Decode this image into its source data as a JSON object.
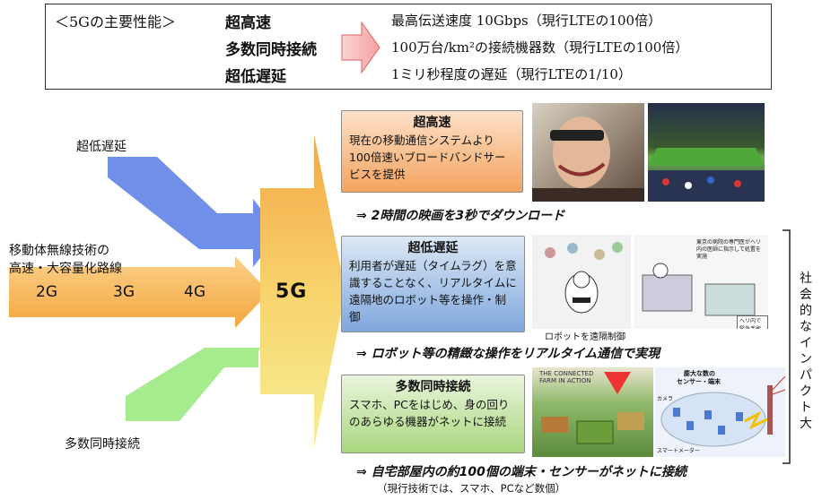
{
  "summary": {
    "heading": "＜5Gの主要性能＞",
    "items": [
      {
        "name": "超高速",
        "desc": "最高伝送速度 10Gbps（現行LTEの100倍）"
      },
      {
        "name": "多数同時接続",
        "desc": "100万台/km²の接続機器数（現行LTEの100倍）"
      },
      {
        "name": "超低遅延",
        "desc": "1ミリ秒程度の遅延（現行LTEの1/10）"
      }
    ]
  },
  "left": {
    "low_latency": "超低遅延",
    "roadmap_line1": "移動体無線技術の",
    "roadmap_line2": "高速・大容量化路線",
    "generations": [
      "2G",
      "3G",
      "4G"
    ],
    "center": "5G",
    "massive": "多数同時接続"
  },
  "features": [
    {
      "title": "超高速",
      "body": "現在の移動通信システムより100倍速いブロードバンドサービスを提供",
      "result": "⇒ 2時間の映画を3秒でダウンロード",
      "color_top": "#fde0c8",
      "color_bottom": "#f4a460"
    },
    {
      "title": "超低遅延",
      "body": "利用者が遅延（タイムラグ）を意識することなく、リアルタイムに遠隔地のロボット等を操作・制御",
      "result": "⇒ ロボット等の精緻な操作をリアルタイム通信で実現",
      "caption": "ロボットを遠隔制御",
      "color_top": "#dce8f6",
      "color_bottom": "#7fa7dc"
    },
    {
      "title": "多数同時接続",
      "body": "スマホ、PCをはじめ、身の回りのあらゆる機器がネットに接続",
      "result": "⇒ 自宅部屋内の約100個の端末・センサーがネットに接続",
      "note": "（現行技術では、スマホ、PCなど数個）",
      "color_top": "#eaf5dc",
      "color_bottom": "#a9d67e"
    }
  ],
  "images": {
    "operator_text": "東京の病院の専門医がヘリ内の医師に指示して処置を実施",
    "heli_caption": "ヘリ内で緊急手術",
    "farm_title_line1": "THE CONNECTED",
    "farm_title_line2": "FARM IN ACTION",
    "sensors_line1": "膨大な数の",
    "sensors_line2": "センサー・端末",
    "camera_label": "カメラ",
    "meter_label": "スマートメーター"
  },
  "impact": "社会的なインパクト大",
  "colors": {
    "blue_arrow": "#6f8fe8",
    "green_arrow": "#a6ec8e",
    "orange_arrow": "#f7b45e",
    "center_top": "#f3a646",
    "center_bottom": "#f6ef95"
  }
}
